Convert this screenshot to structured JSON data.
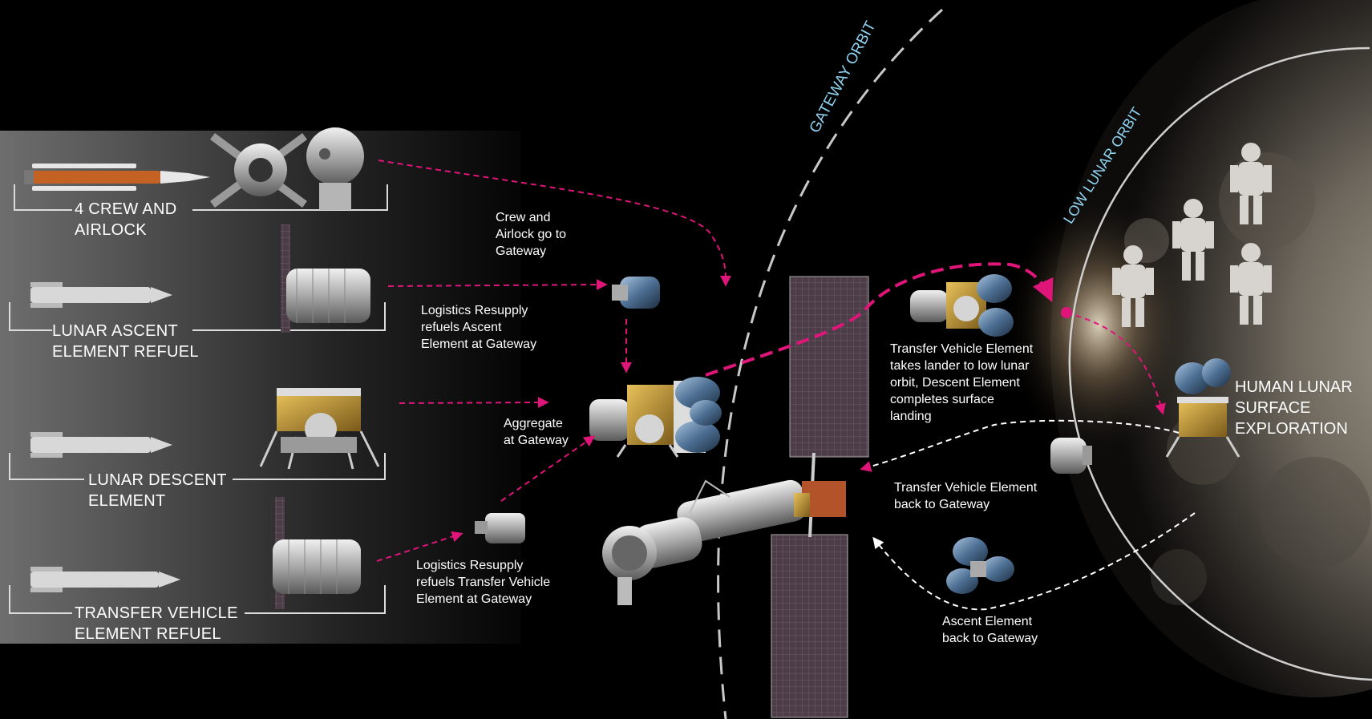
{
  "orbit_labels": {
    "gateway": "GATEWAY ORBIT",
    "low_lunar": "LOW LUNAR ORBIT"
  },
  "launches": [
    {
      "line1": "4 CREW  AND",
      "line2": "AIRLOCK"
    },
    {
      "line1": "LUNAR  ASCENT",
      "line2": "ELEMENT REFUEL"
    },
    {
      "line1": "LUNAR DESCENT",
      "line2": "ELEMENT"
    },
    {
      "line1": "TRANSFER VEHICLE",
      "line2": "ELEMENT REFUEL"
    }
  ],
  "captions": {
    "crew_airlock": [
      "Crew and",
      "Airlock  go to",
      "Gateway"
    ],
    "logistics_ascent": [
      "Logistics Resupply",
      "refuels  Ascent",
      "Element at Gateway"
    ],
    "aggregate": [
      "Aggregate",
      "at Gateway"
    ],
    "logistics_transfer": [
      "Logistics Resupply",
      "refuels  Transfer Vehicle",
      "Element at Gateway"
    ],
    "transfer_to_llo": [
      "Transfer Vehicle Element",
      "takes lander to  low lunar",
      "orbit, Descent Element",
      "completes surface",
      "landing"
    ],
    "transfer_back": [
      "Transfer Vehicle Element",
      "back to Gateway"
    ],
    "ascent_back": [
      "Ascent Element",
      "back to Gateway"
    ],
    "surface": [
      "HUMAN LUNAR",
      "SURFACE",
      "EXPLORATION"
    ]
  },
  "colors": {
    "flow_arrow": "#e0157a",
    "return_arrow": "#ffffff",
    "orbit_text": "#8fd3f0",
    "orbit_line": "#c8c8c8"
  }
}
